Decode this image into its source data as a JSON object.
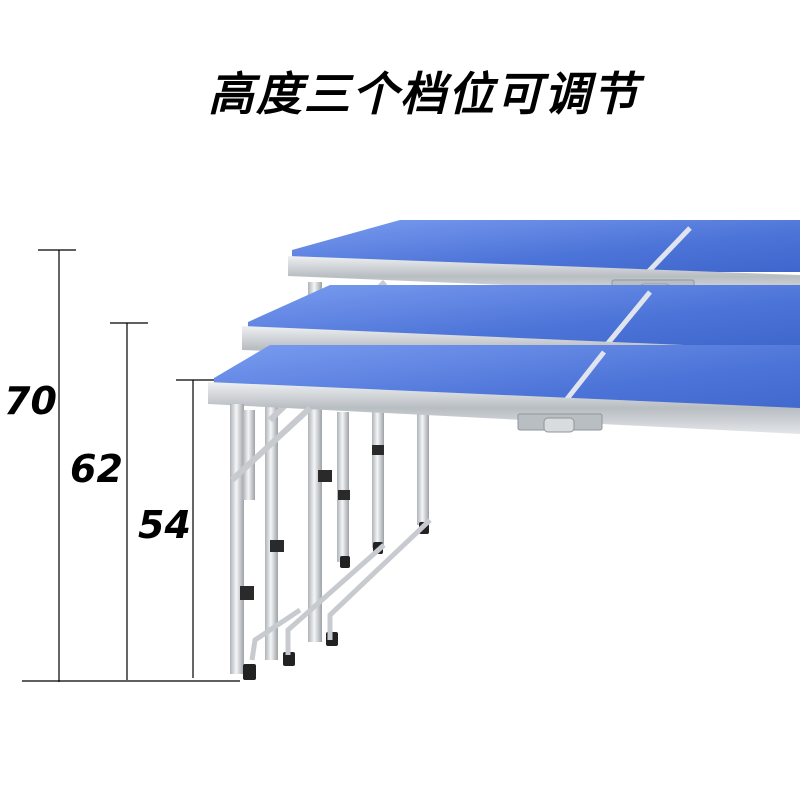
{
  "title": "高度三个档位可调节",
  "heights": [
    {
      "value": "70"
    },
    {
      "value": "62"
    },
    {
      "value": "54"
    }
  ],
  "colors": {
    "tabletop": "#4a72d8",
    "tabletop_light": "#6d93ec",
    "frame": "#c4c8cc",
    "leg": "#cdd1d5",
    "foot": "#222222",
    "dimension_line": "#000000"
  }
}
